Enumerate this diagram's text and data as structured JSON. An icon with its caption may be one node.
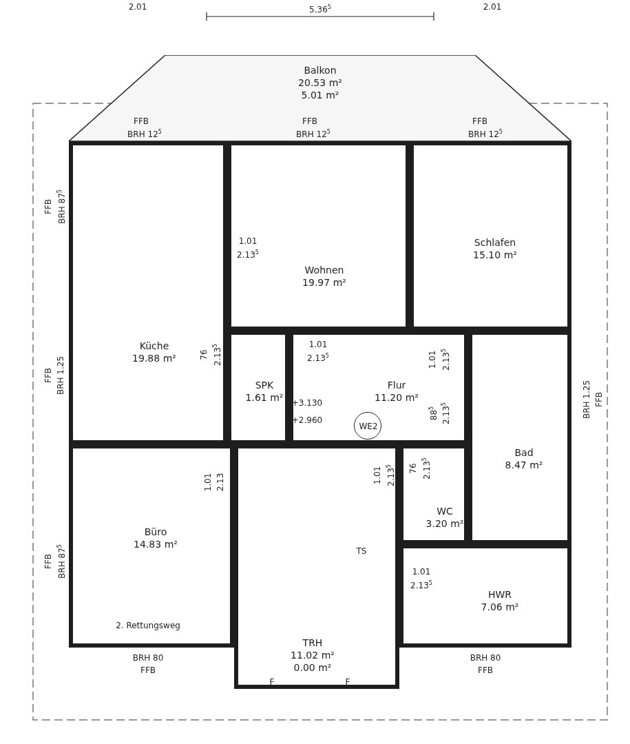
{
  "diagram": {
    "nodes": [
      {
        "text": [
          "Balkon",
          "20.53 m²",
          "5.01 m²"
        ]
      },
      {
        "text": [
          "Küche",
          "19.88 m²"
        ]
      },
      {
        "text": [
          "Wohnen",
          "19.97 m²"
        ]
      },
      {
        "text": [
          "Schlafen",
          "15.10 m²"
        ]
      },
      {
        "text": [
          "SPK",
          "1.61 m²"
        ]
      },
      {
        "text": [
          "Flur",
          "11.20 m²"
        ]
      },
      {
        "text": [
          "WE2"
        ],
        "in": 5
      },
      {
        "text": [
          "Bad",
          "8.47 m²"
        ]
      },
      {
        "text": [
          "WC",
          "3.20 m²"
        ]
      },
      {
        "text": [
          "Büro",
          "14.83 m²"
        ]
      },
      {
        "text": [
          "TRH",
          "11.02 m²",
          "0.00 m²"
        ]
      },
      {
        "text": [
          "HWR",
          "7.06 m²"
        ]
      }
    ],
    "labels": [
      "2.01",
      "5.36$^{5}$",
      "2.01",
      "FFB",
      "BRH 12$^{5}$",
      "FFB",
      "BRH 12$^{5}$",
      "FFB",
      "BRH 12$^{5}$",
      "FFB",
      "BRH 87$^{5}$",
      "1.01",
      "2.13$^{5}$",
      "FFB",
      "BRH 1.25",
      "76",
      "2.13$^{5}$",
      "1.01",
      "2.13$^{5}$",
      "1.01",
      "2.13$^{5}$",
      "BRH 1.25",
      "FFB",
      "+3.130",
      "+2.960",
      "88$^{5}$",
      "2.13$^{5}$",
      "76",
      "2.13$^{5}$",
      "1.01",
      "2.13$^{5}$",
      "1.01",
      "2.13",
      "TS",
      "FFB",
      "BRH 87$^{5}$",
      "1.01",
      "2.13$^{5}$",
      "2. Rettungsweg",
      "BRH 80",
      "FFB",
      "BRH 80",
      "FFB",
      "F",
      "F"
    ]
  }
}
